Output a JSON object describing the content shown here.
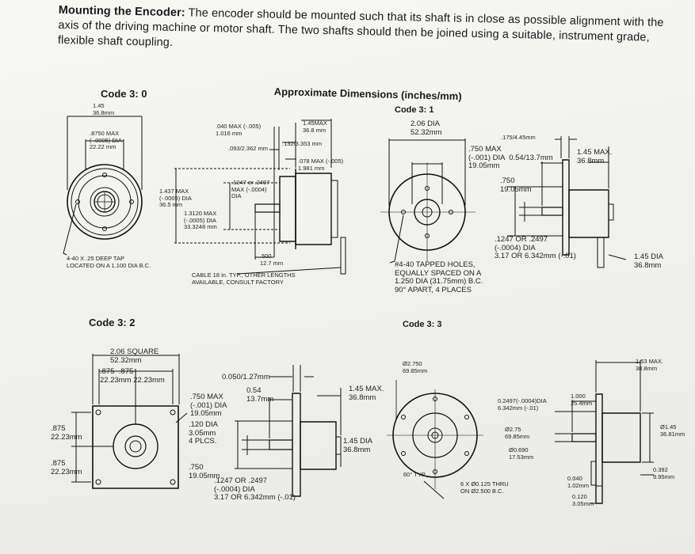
{
  "intro": {
    "bold": "Mounting the Encoder:",
    "text": " The encoder should be mounted such that its shaft is in close as possible alignment with the axis of the driving machine or motor shaft.  The two shafts should then be joined using a suitable, instrument grade, flexible shaft coupling."
  },
  "title": "Approximate Dimensions (inches/mm)",
  "code30": {
    "heading": "Code 3: 0",
    "l1": "1.45\n36.8mm",
    "l2": ".8750 MAX\n(-.0005) DIA\n22.22 mm",
    "l3": "4-40 X .25 DEEP TAP\nLOCATED ON A 1.100 DIA B.C.",
    "l4": ".040 MAX (-.005)\n1.016 mm",
    "l5": "1.45MAX\n36.8 mm",
    "l6": ".132/3.353 mm",
    "l7": ".093/2.362 mm",
    "l8": ".078 MAX (-.005)\n1.981 mm",
    "l9": ".1247 or .2497\nMAX (-.0004)\nDIA",
    "l10": "1.437 MAX\n(-.0005) DIA\n36.5 mm",
    "l11": "1.3120 MAX\n(-.0005) DIA\n33.3248 mm",
    "l12": ".500\n12.7 mm",
    "l13": "CABLE 18 in. TYP., OTHER LENGTHS\nAVAILABLE, CONSULT FACTORY"
  },
  "code31": {
    "heading": "Code 3: 1",
    "l1": "2.06 DIA\n52.32mm",
    "l2": ".175/4.45mm",
    "l3": ".750 MAX\n(-.001) DIA  0.54/13.7mm\n19.05mm",
    "l4": "1.45 MAX.\n36.8mm",
    "l5": ".750\n19.05mm",
    "l6": ".1247 OR .2497\n(-.0004) DIA\n3.17 OR 6.342mm (-.01)",
    "l7": "1.45 DIA\n36.8mm",
    "l8": "#4-40 TAPPED HOLES,\nEQUALLY SPACED ON A\n1.250 DIA (31.75mm) B.C.\n90° APART, 4 PLACES"
  },
  "code32": {
    "heading": "Code 3: 2",
    "l1": "2.06 SQUARE\n52.32mm",
    "l2": ".875  .875\n22.23mm 22.23mm",
    "l3": "0.050/1.27mm",
    "l4": "0.54\n13.7mm",
    "l5": "1.45 MAX.\n36.8mm",
    "l6": ".750 MAX\n(-.001) DIA\n19.05mm",
    "l7": ".120 DIA\n3.05mm\n4 PLCS.",
    "l8": ".875\n22.23mm",
    "l9": ".875\n22.23mm",
    "l10": "1.45 DIA\n36.8mm",
    "l11": ".750\n19.05mm",
    "l12": ".1247 OR .2497\n(-.0004) DIA\n3.17 OR 6.342mm (-.01)"
  },
  "code33": {
    "heading": "Code 3: 3",
    "l1": "Ø2.750\n69.85mm",
    "l2": "60° TYP.",
    "l3": "6 X Ø0.125 THRU\nON Ø2.500 B.C.",
    "l4": "0.2497(-.0004)DIA\n6.342mm (-.01)",
    "l5": "1.000\n25.4mm",
    "l6": "1.53 MAX.\n38.8mm",
    "l7": "Ø2.75\n69.85mm",
    "l8": "Ø0.690\n17.53mm",
    "l9": "Ø1.45\n36.81mm",
    "l10": "0.040\n1.02mm",
    "l11": "0.392\n9.95mm",
    "l12": "0.120\n3.05mm"
  }
}
